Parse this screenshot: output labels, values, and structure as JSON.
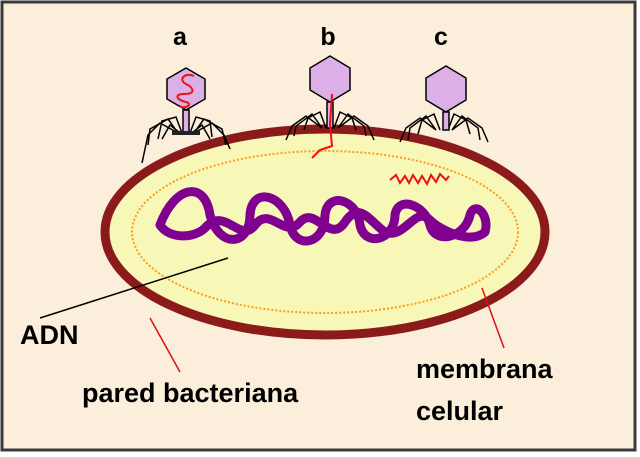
{
  "phages": [
    {
      "label": "a",
      "dna_state": "inside-head"
    },
    {
      "label": "b",
      "dna_state": "injecting"
    },
    {
      "label": "c",
      "dna_state": "injected"
    }
  ],
  "labels": {
    "dna": "ADN",
    "cell_wall": "pared bacteriana",
    "membrane_line1": "membrana",
    "membrane_line2": "celular"
  },
  "colors": {
    "background": "#fbeeda",
    "frame": "#3a3a3a",
    "cell_wall": "#8b1a1a",
    "cytoplasm": "#f7f7b8",
    "membrane": "#ff9a1e",
    "dna": "#800090",
    "phage_head": "#dcb0e6",
    "phage_dna": "#ee1111",
    "leader_black": "#000000",
    "leader_red": "#dd1111"
  }
}
